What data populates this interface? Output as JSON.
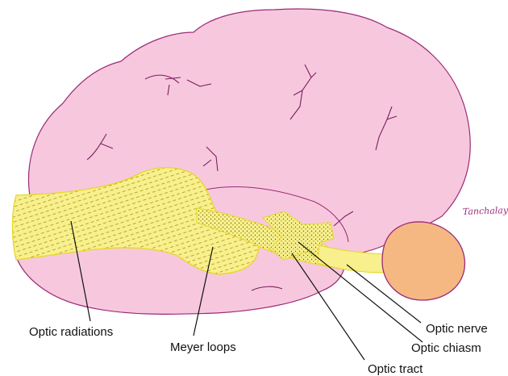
{
  "labels": {
    "optic_radiations": "Optic radiations",
    "meyer_loops": "Meyer loops",
    "optic_tract": "Optic tract",
    "optic_chiasm": "Optic chiasm",
    "optic_nerve": "Optic nerve"
  },
  "signature": "Tanchalay",
  "colors": {
    "brain_fill": "#f7c8dd",
    "brain_outline": "#9b2a7a",
    "pathway_fill": "#f8f08c",
    "pathway_stroke": "#e9dc2a",
    "pathway_texture": "#8a7a10",
    "eye_fill": "#f6b882",
    "eye_outline": "#9b2a7a",
    "leader_line": "#111111"
  }
}
